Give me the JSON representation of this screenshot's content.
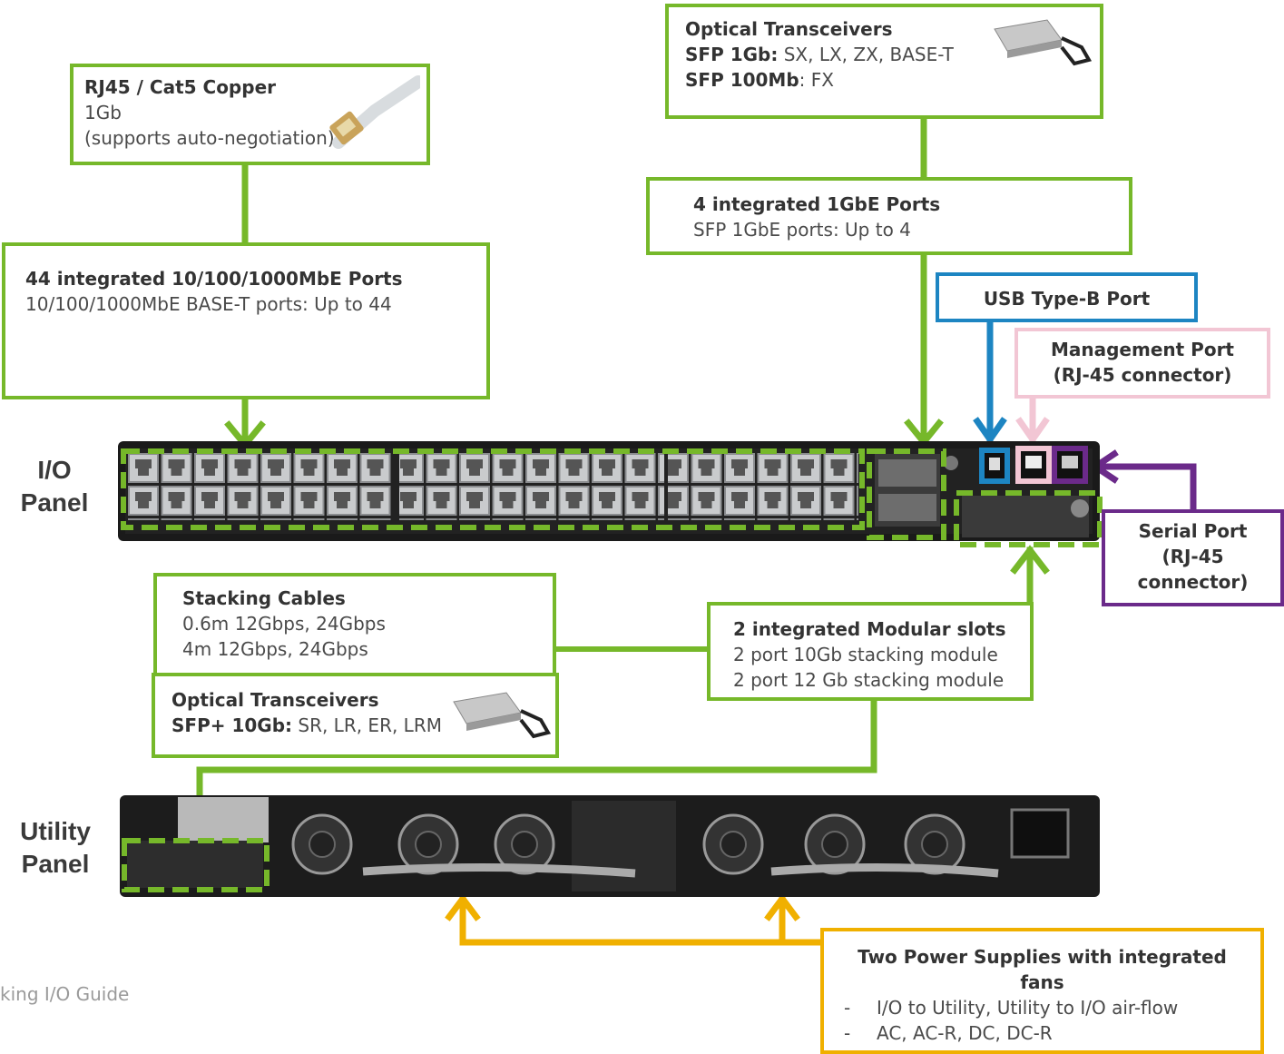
{
  "io_panel_label": [
    "I/O",
    "Panel"
  ],
  "utility_panel_label": [
    "Utility",
    "Panel"
  ],
  "callouts": {
    "rj45": {
      "title": "RJ45 / Cat5 Copper",
      "lines": [
        "1Gb",
        "(supports auto-negotiation)"
      ],
      "icon": "ethernet-cable-icon"
    },
    "optical_top": {
      "title": "Optical Transceivers",
      "lines": [
        {
          "bold": "SFP 1Gb:",
          "text": " SX, LX, ZX, BASE-T"
        },
        {
          "bold": "SFP 100Mb",
          "text": ": FX"
        }
      ],
      "icon": "sfp-transceiver-icon"
    },
    "sfp_ports": {
      "title": "4 integrated 1GbE  Ports",
      "lines": [
        "SFP 1GbE ports: Up to 4"
      ]
    },
    "copper_ports": {
      "title": "44 integrated 10/100/1000MbE  Ports",
      "lines": [
        "10/100/1000MbE BASE-T ports: Up to 44"
      ]
    },
    "usb": {
      "title": "USB Type-B Port"
    },
    "management": {
      "lines": [
        "Management Port",
        "(RJ-45 connector)"
      ]
    },
    "serial": {
      "lines": [
        "Serial Port",
        "(RJ-45",
        "connector)"
      ]
    },
    "stacking": {
      "title": "Stacking Cables",
      "lines": [
        "0.6m 12Gbps, 24Gbps",
        "4m 12Gbps, 24Gbps"
      ]
    },
    "optical_bottom": {
      "title": "Optical Transceivers",
      "lines": [
        {
          "bold": "SFP+ 10Gb:",
          "text": " SR, LR, ER, LRM"
        }
      ],
      "icon": "sfp-plus-transceiver-icon"
    },
    "modular": {
      "title": "2 integrated Modular slots",
      "lines": [
        "2 port 10Gb stacking module",
        "2 port 12 Gb stacking module"
      ]
    },
    "power": {
      "title": [
        "Two Power Supplies with integrated",
        "fans"
      ],
      "lines": [
        "I/O to Utility, Utility to I/O air-flow",
        "AC, AC-R, DC, DC-R"
      ]
    }
  },
  "footer_text": "king I/O Guide",
  "colors": {
    "green": "#76b82a",
    "blue": "#1d85c2",
    "pink": "#f2c6d4",
    "purple": "#6b2a8a",
    "yellow": "#f0b000"
  }
}
